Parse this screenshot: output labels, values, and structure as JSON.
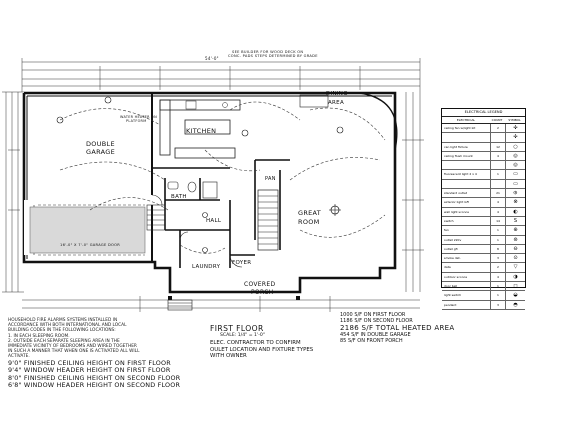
{
  "top_dimensions": {
    "overall": "54'-0\"",
    "note_line1": "SEE BUILDER FOR WOOD DECK ON",
    "note_line2": "CONC. PADS STEPS DETERMINED BY GRADE"
  },
  "rooms": {
    "double_garage": {
      "line1": "DOUBLE",
      "line2": "GARAGE"
    },
    "kitchen": "KITCHEN",
    "dining": {
      "line1": "DINING",
      "line2": "AREA"
    },
    "great_room": {
      "line1": "GREAT",
      "line2": "ROOM"
    },
    "bath": "BATH",
    "hall": "HALL",
    "pantry": "PAN",
    "laundry": "LAUNDRY",
    "foyer": "FOYER",
    "covered_porch": {
      "line1": "COVERED",
      "line2": "PORCH"
    },
    "water_heater": {
      "line1": "WATER HEATER ON",
      "line2": "PLATFORM"
    },
    "garage_door": "16'-0\" X 7'-0\" GARAGE DOOR"
  },
  "title_block": {
    "title": "FIRST FLOOR",
    "scale": "SCALE: 1/4\" = 1'-0\"",
    "elec_line1": "ELEC. CONTRACTOR TO CONFIRM",
    "elec_line2": "OULET LOCATION AND FIXTURE TYPES",
    "elec_line3": "WITH OWNER"
  },
  "area_block": {
    "first_floor": "1000 S/F ON FIRST FLOOR",
    "second_floor": "1186 S/F ON SECOND FLOOR",
    "total": "2186 S/F TOTAL HEATED AREA",
    "garage": "454 S/F IN DOUBLE GARAGE",
    "porch": "85 S/F ON FRONT PORCH"
  },
  "notes": {
    "smoke_line1": "HOUSEHOLD FIRE ALARMS SYSTEMS INSTALLED IN",
    "smoke_line2": "ACCORDANCE WITH BOTH INTERNATIONAL AND LOCAL",
    "smoke_line3": "BUILDING CODES IN THE FOLLOWING LOCATIONS:",
    "smoke_line4": "1. IN EACH SLEEPING ROOM.",
    "smoke_line5": "2. OUTSIDE EACH SEPARATE SLEEPING AREA IN THE",
    "smoke_line6": "IMMEDIATE VICINITY OF BEDROOMS AND WIRED TOGETHER",
    "smoke_line7": "IN SUCH A MANNER THAT WHEN ONE IS ACTIVATED ALL WILL",
    "smoke_line8": "ACTIVATE.",
    "ceiling1": "9'0\" FINISHED CEILING HEIGHT ON FIRST FLOOR",
    "ceiling2": "9'4\" WINDOW HEADER HEIGHT ON FIRST FLOOR",
    "ceiling3": "8'0\" FINISHED CEILING HEIGHT ON SECOND FLOOR",
    "ceiling4": "6'8\" WINDOW HEADER HEIGHT ON SECOND FLOOR"
  },
  "legend": {
    "title": "ELECTRICAL LEGEND",
    "headers": [
      "ELECTRICAL",
      "COUNT",
      "SYMBOL"
    ],
    "rows": [
      {
        "name": "ceiling fan w/light kit",
        "count": "2",
        "symbol": "fan-icon"
      },
      {
        "name": "",
        "count": "",
        "symbol": "fan-icon"
      },
      {
        "name": "can light fixture",
        "count": "12",
        "symbol": "can-light-icon"
      },
      {
        "name": "ceiling flush mount",
        "count": "4",
        "symbol": "flush-mount-icon"
      },
      {
        "name": "",
        "count": "",
        "symbol": "flush-mount-icon"
      },
      {
        "name": "fluorescent light 2 x 4",
        "count": "1",
        "symbol": "fluorescent-icon"
      },
      {
        "name": "",
        "count": "",
        "symbol": "fluorescent-icon"
      },
      {
        "name": "standard outlet",
        "count": "21",
        "symbol": "outlet-icon"
      },
      {
        "name": "exterior light GFI",
        "count": "4",
        "symbol": "exterior-light-icon"
      },
      {
        "name": "wall light sconce",
        "count": "4",
        "symbol": "sconce-icon"
      },
      {
        "name": "switch",
        "count": "14",
        "symbol": "switch-icon"
      },
      {
        "name": "fan",
        "count": "1",
        "symbol": "exhaust-fan-icon"
      },
      {
        "name": "outlet 220v",
        "count": "1",
        "symbol": "outlet-220-icon"
      },
      {
        "name": "outlet gfi",
        "count": "8",
        "symbol": "outlet-gfi-icon"
      },
      {
        "name": "smoke det.",
        "count": "3",
        "symbol": "smoke-detector-icon"
      },
      {
        "name": "data",
        "count": "2",
        "symbol": "data-icon"
      },
      {
        "name": "outdoor sconce",
        "count": "4",
        "symbol": "outdoor-sconce-icon"
      },
      {
        "name": "door bell",
        "count": "1",
        "symbol": "door-bell-icon"
      },
      {
        "name": "light switch",
        "count": "1",
        "symbol": "light-switch-icon"
      },
      {
        "name": "pendant",
        "count": "3",
        "symbol": "pendant-icon"
      }
    ]
  }
}
